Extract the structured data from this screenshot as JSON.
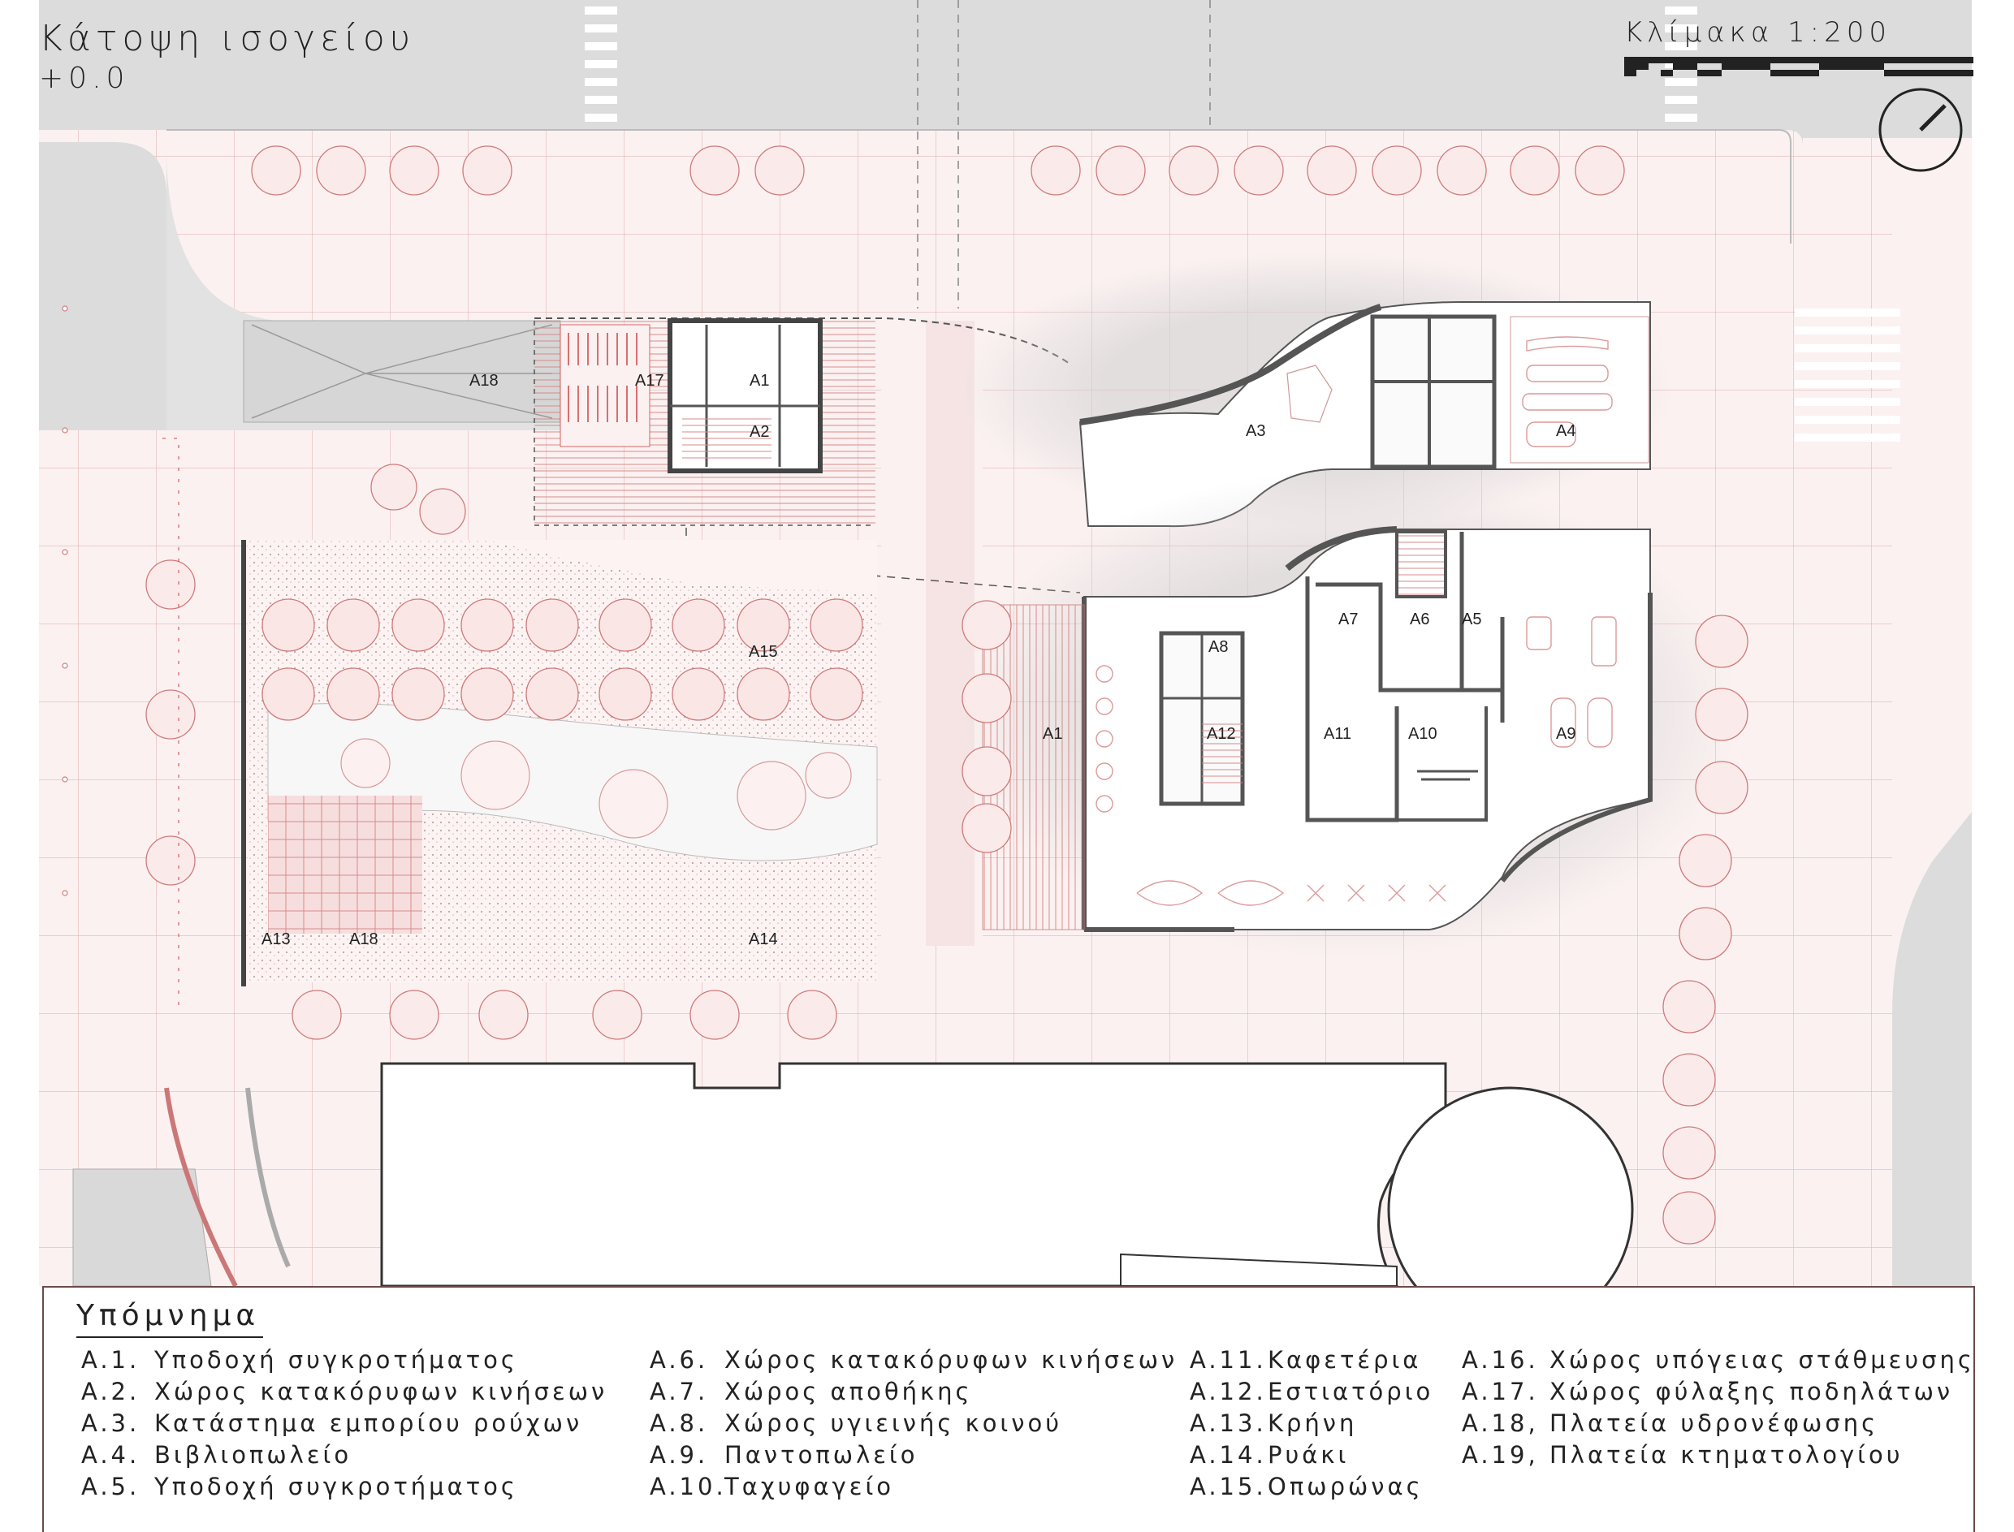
{
  "header": {
    "title": "Κάτοψη ισογείου",
    "level": "+0.0",
    "scale": "Κλίμακα 1:200"
  },
  "zones": {
    "a18_top": "A18",
    "a17": "A17",
    "a1_top": "A1",
    "a2": "A2",
    "a3": "A3",
    "a4": "A4",
    "a15": "A15",
    "a7": "A7",
    "a6": "A6",
    "a5": "A5",
    "a8": "A8",
    "a1_mid": "A1",
    "a12": "A12",
    "a11": "A11",
    "a10": "A10",
    "a9": "A9",
    "a13": "A13",
    "a18_bottom": "A18",
    "a14": "A14"
  },
  "legend": {
    "title": "Υπόμνημα",
    "columns": [
      [
        {
          "code": "A.1.",
          "text": "Υποδοχή συγκροτήματος"
        },
        {
          "code": "A.2.",
          "text": "Χώρος κατακόρυφων κινήσεων"
        },
        {
          "code": "A.3.",
          "text": "Κατάστημα εμπορίου ρούχων"
        },
        {
          "code": "A.4.",
          "text": "Βιβλιοπωλείο"
        },
        {
          "code": "A.5.",
          "text": "Υποδοχή συγκροτήματος"
        }
      ],
      [
        {
          "code": "A.6.",
          "text": "Χώρος κατακόρυφων κινήσεων"
        },
        {
          "code": "A.7.",
          "text": "Χώρος αποθήκης"
        },
        {
          "code": "A.8.",
          "text": "Χώρος υγιεινής κοινού"
        },
        {
          "code": "A.9.",
          "text": "Παντοπωλείο"
        },
        {
          "code": "A.10.",
          "text": "Ταχυφαγείο"
        }
      ],
      [
        {
          "code": "A.11.",
          "text": "Καφετέρια"
        },
        {
          "code": "A.12.",
          "text": "Εστιατόριο"
        },
        {
          "code": "A.13.",
          "text": "Κρήνη"
        },
        {
          "code": "A.14.",
          "text": "Ρυάκι"
        },
        {
          "code": "A.15.",
          "text": "Οπωρώνας"
        }
      ],
      [
        {
          "code": "A.16.",
          "text": "Χώρος υπόγειας στάθμευσης"
        },
        {
          "code": "A.17.",
          "text": "Χώρος φύλαξης ποδηλάτων"
        },
        {
          "code": "A.18,",
          "text": "Πλατεία υδρονέφωσης"
        },
        {
          "code": "A.19,",
          "text": "Πλατεία κτηματολογίου"
        }
      ]
    ]
  }
}
